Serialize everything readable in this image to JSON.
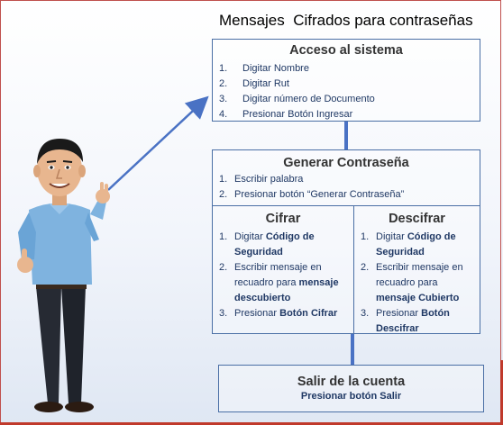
{
  "title": "Mensajes  Cifrados para contraseñas",
  "acceso": {
    "title": "Acceso al sistema",
    "steps": [
      {
        "num": "1.",
        "html": "Digitar Nombre"
      },
      {
        "num": "2.",
        "html": "Digitar Rut"
      },
      {
        "num": "3.",
        "html": "Digitar número de Documento"
      },
      {
        "num": "4.",
        "html": "Presionar Botón Ingresar"
      }
    ]
  },
  "generar": {
    "title": "Generar Contraseña",
    "steps": [
      {
        "num": "1.",
        "html": "Escribir palabra"
      },
      {
        "num": "2.",
        "html": "Presionar botón “Generar Contraseña”"
      }
    ]
  },
  "cifrar": {
    "title": "Cifrar",
    "steps": [
      {
        "num": "1.",
        "html": "Digitar <b>Código de Seguridad</b>"
      },
      {
        "num": "2.",
        "html": "Escribir mensaje en recuadro para <b>mensaje descubierto</b>"
      },
      {
        "num": "3.",
        "html": "Presionar <b>Botón Cifrar</b>"
      }
    ]
  },
  "descifrar": {
    "title": "Descifrar",
    "steps": [
      {
        "num": "1.",
        "html": "Digitar <b>Código de Seguridad</b>"
      },
      {
        "num": "2.",
        "html": "Escribir mensaje en recuadro para <b>mensaje Cubierto</b>"
      },
      {
        "num": "3.",
        "html": "Presionar <b>Botón Descifrar</b>"
      }
    ]
  },
  "salir": {
    "title": "Salir de la cuenta",
    "subtitle": "Presionar botón Salir"
  },
  "colors": {
    "box_border": "#4a6fa5",
    "connector": "#4a72c4",
    "text": "#1f3864",
    "frame": "#c0392b"
  },
  "icons": {
    "character": "person-pointing-icon"
  }
}
